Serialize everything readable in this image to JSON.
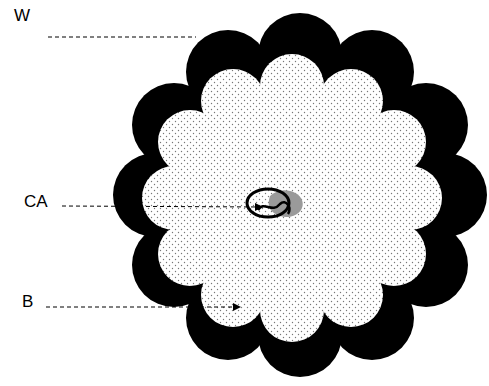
{
  "diagram": {
    "labels": [
      "W",
      "CA",
      "B"
    ]
  }
}
